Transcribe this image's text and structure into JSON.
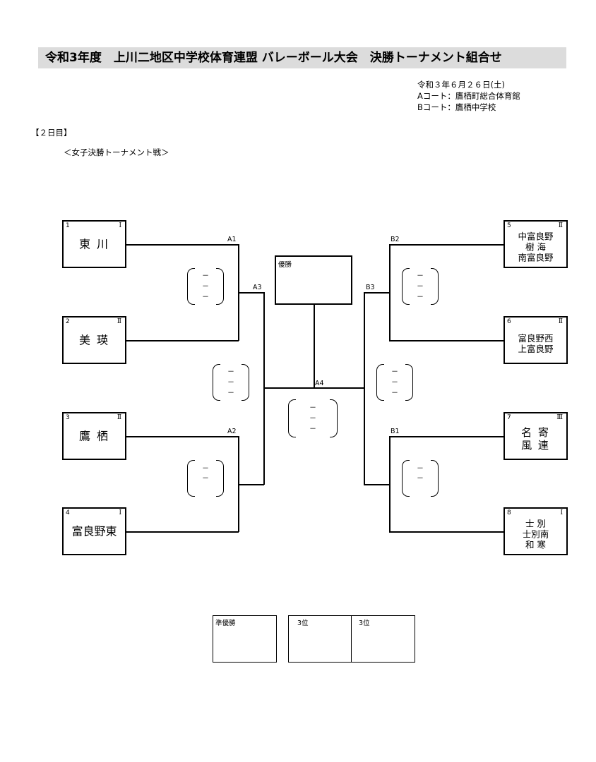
{
  "title": "令和3年度　上川二地区中学校体育連盟 バレーボール大会　決勝トーナメント組合せ",
  "info": {
    "date": "令和３年６月２６日(土)",
    "court_a": "Aコート：鷹栖町総合体育館",
    "court_b": "Bコート：鷹栖中学校"
  },
  "day_label": "【２日目】",
  "section_title": "＜女子決勝トーナメント戦＞",
  "teams": [
    {
      "num": "1",
      "rank": "Ⅰ",
      "name": "東 川"
    },
    {
      "num": "2",
      "rank": "Ⅱ",
      "name": "美 瑛"
    },
    {
      "num": "3",
      "rank": "Ⅱ",
      "name": "鷹 栖"
    },
    {
      "num": "4",
      "rank": "Ⅰ",
      "name": "富良野東"
    },
    {
      "num": "5",
      "rank": "Ⅱ",
      "name": "中富良野\n樹 海\n南富良野"
    },
    {
      "num": "6",
      "rank": "Ⅱ",
      "name": "富良野西\n上富良野"
    },
    {
      "num": "7",
      "rank": "Ⅲ",
      "name": "名 寄\n風 連"
    },
    {
      "num": "8",
      "rank": "Ⅰ",
      "name": "士 別\n士別南\n和 寒"
    }
  ],
  "matches": {
    "a1": "A1",
    "a2": "A2",
    "a3": "A3",
    "a4": "A4",
    "b1": "B1",
    "b2": "B2",
    "b3": "B3"
  },
  "score_dash": "－",
  "results": {
    "champion": "優勝",
    "runner_up": "準優勝",
    "third_1": "3位",
    "third_2": "3位"
  }
}
